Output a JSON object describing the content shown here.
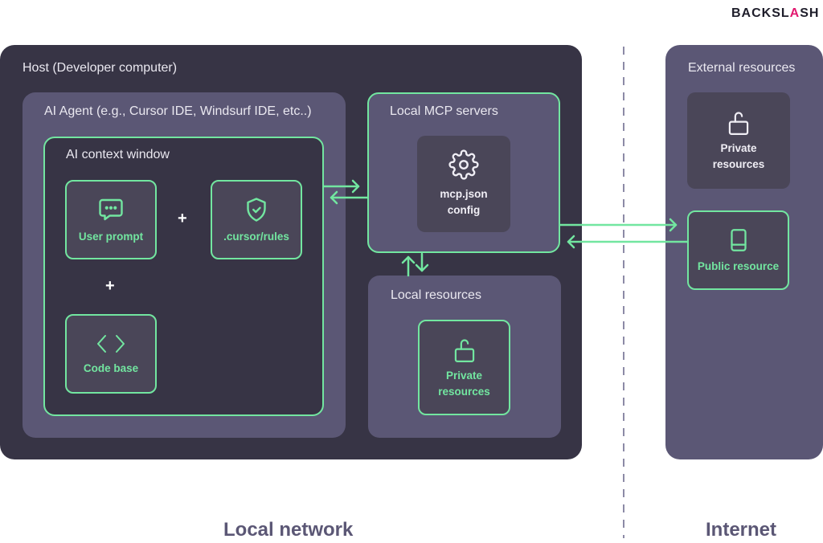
{
  "brand": {
    "logo_prefix": "BACKSL",
    "logo_slash": "A",
    "logo_suffix": "SH",
    "accent": "#e2186f"
  },
  "colors": {
    "green": "#72e6a0",
    "host_bg": "#373445",
    "panel_bg": "#5b5775",
    "card_bg": "#4a4658",
    "zone_label": "#5b5775"
  },
  "host": {
    "title": "Host (Developer computer)"
  },
  "agent": {
    "title": "AI Agent (e.g., Cursor IDE, Windsurf IDE, etc..)"
  },
  "context_window": {
    "title": "AI context window",
    "items": [
      {
        "label": "User prompt",
        "icon": "chat-bubble-icon"
      },
      {
        "label": ".cursor/rules",
        "icon": "shield-check-icon"
      },
      {
        "label": "Code base",
        "icon": "code-brackets-icon"
      }
    ],
    "plus": "+"
  },
  "mcp_servers": {
    "title": "Local MCP servers",
    "config_line1": "mcp.json",
    "config_line2": "config",
    "icon": "gear-icon"
  },
  "local_resources": {
    "title": "Local resources",
    "item_line1": "Private",
    "item_line2": "resources",
    "icon": "unlock-icon"
  },
  "external_resources": {
    "title": "External resources",
    "private": {
      "line1": "Private",
      "line2": "resources",
      "icon": "unlock-icon"
    },
    "public": {
      "label": "Public resource",
      "icon": "book-icon"
    }
  },
  "zones": {
    "local": "Local network",
    "internet": "Internet"
  }
}
